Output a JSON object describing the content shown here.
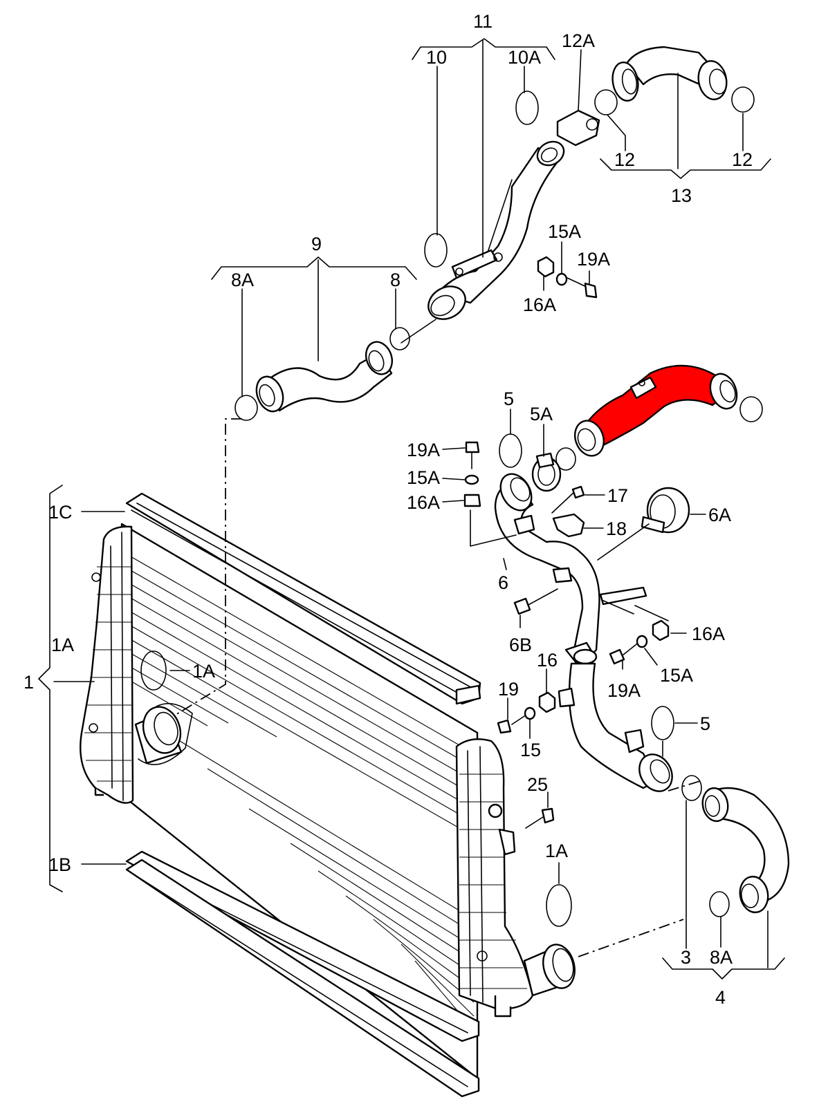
{
  "diagram": {
    "labels": {
      "l11": "11",
      "l10": "10",
      "l10A": "10A",
      "l12A": "12A",
      "l12a": "12",
      "l12b": "12",
      "l13": "13",
      "l9": "9",
      "l8A_top": "8A",
      "l8": "8",
      "l15A_top": "15A",
      "l19A_top": "19A",
      "l16A_top": "16A",
      "l5_top": "5",
      "l5A": "5A",
      "l19A_left": "19A",
      "l15A_left": "15A",
      "l16A_left": "16A",
      "l17": "17",
      "l18": "18",
      "l6A": "6A",
      "l6": "6",
      "l6B": "6B",
      "l16A_right": "16A",
      "l15A_right": "15A",
      "l19A_right": "19A",
      "l16": "16",
      "l19": "19",
      "l15": "15",
      "l5_mid": "5",
      "l1C": "1C",
      "l1A_side": "1A",
      "l1": "1",
      "l1A_mid": "1A",
      "l1B": "1B",
      "l25": "25",
      "l1A_bottom": "1A",
      "l3": "3",
      "l8A_bottom": "8A",
      "l4": "4"
    },
    "highlight_color": "#ff0000"
  }
}
